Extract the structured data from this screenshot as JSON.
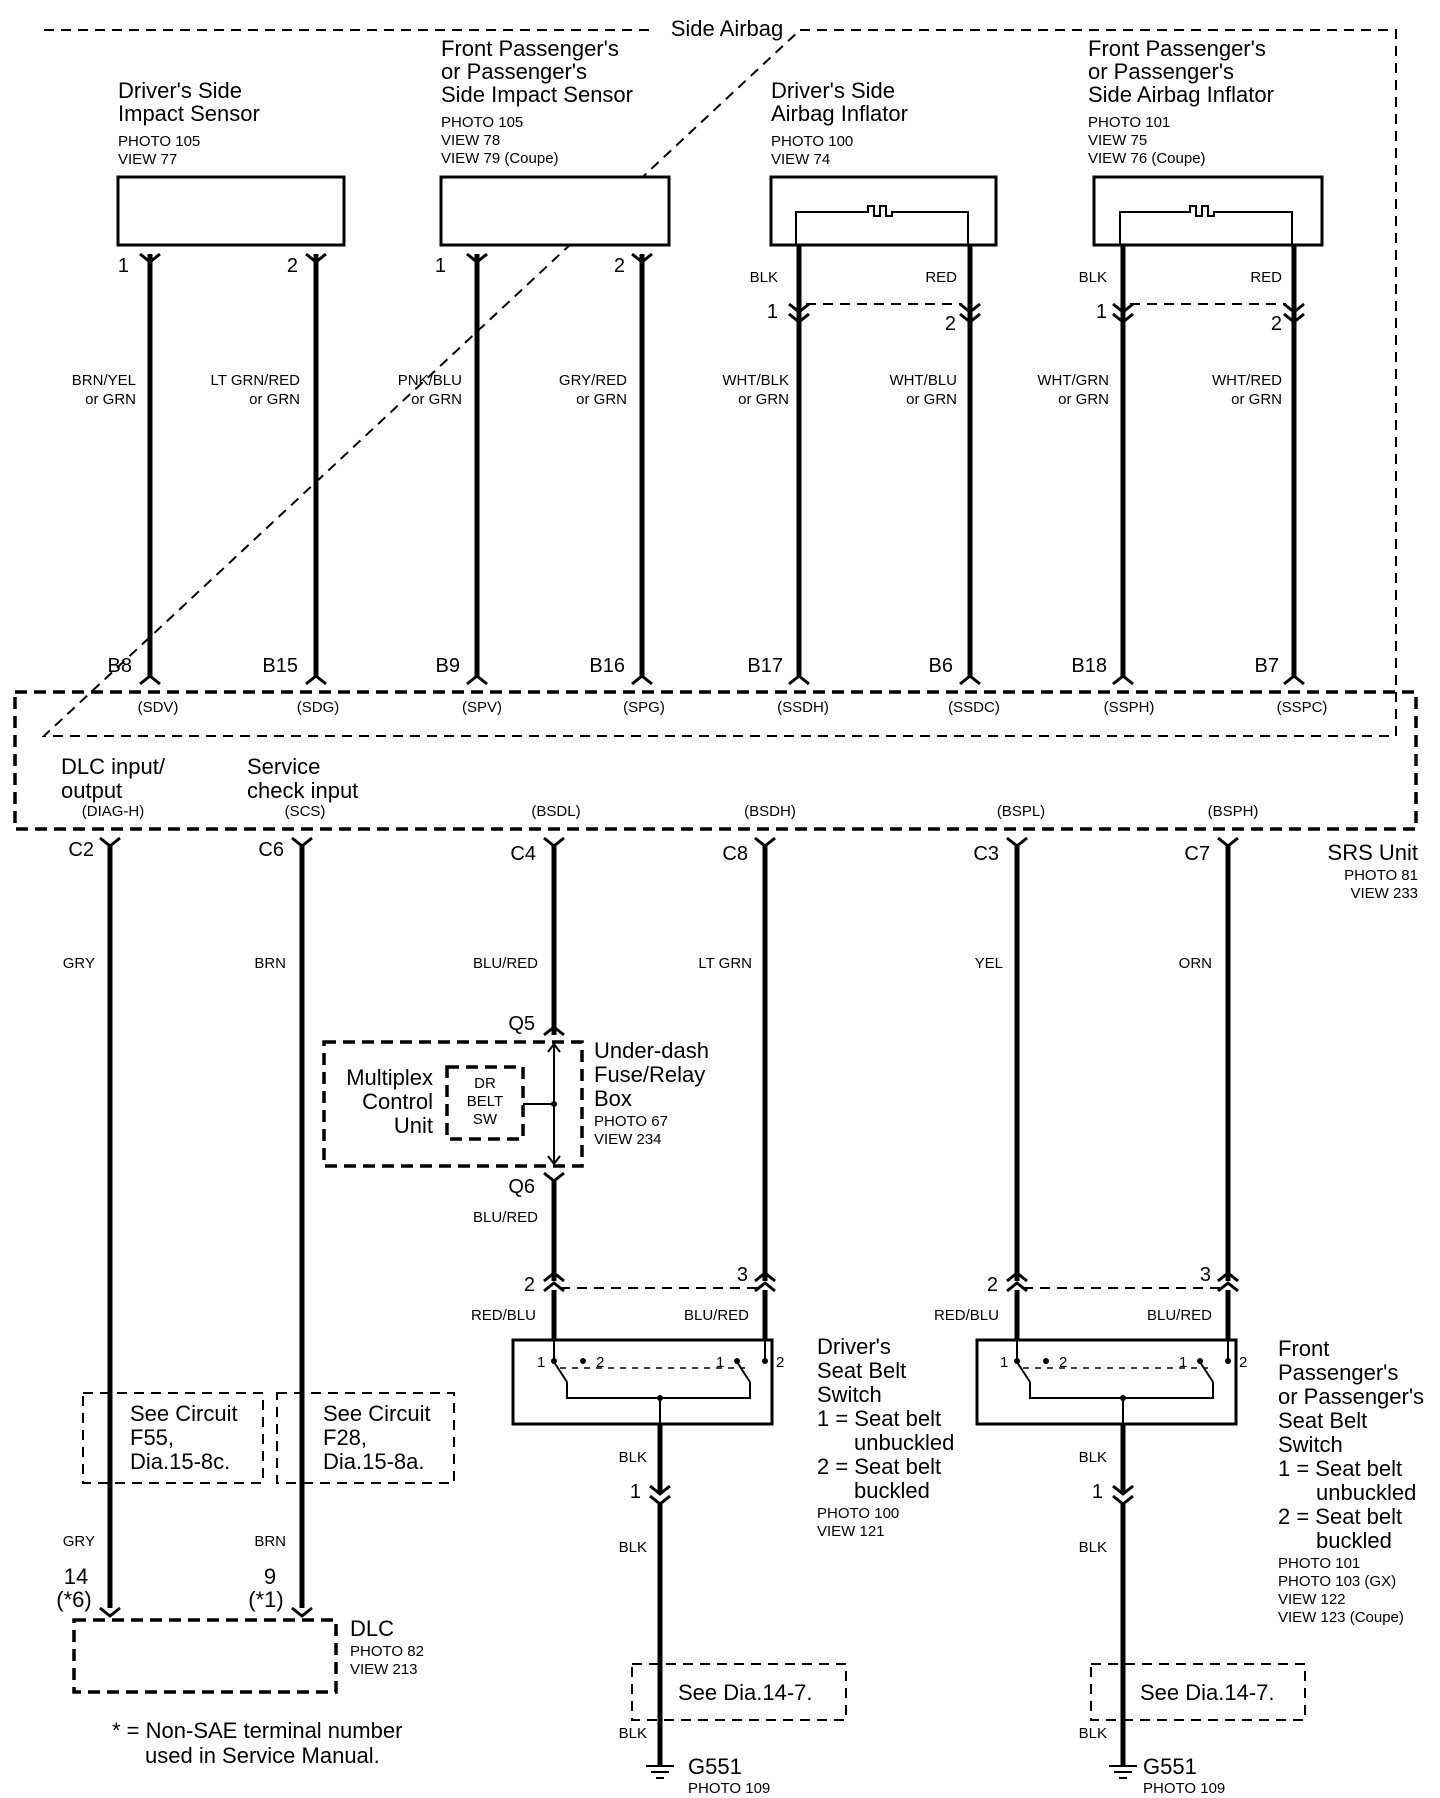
{
  "side_airbag_label": "Side Airbag",
  "components": {
    "drv_impact": {
      "title": [
        "Driver's Side",
        "Impact Sensor"
      ],
      "refs": [
        "PHOTO 105",
        "VIEW 77"
      ]
    },
    "pass_impact": {
      "title": [
        "Front Passenger's",
        "or Passenger's",
        "Side Impact Sensor"
      ],
      "refs": [
        "PHOTO 105",
        "VIEW 78",
        "VIEW 79 (Coupe)"
      ]
    },
    "drv_inflator": {
      "title": [
        "Driver's Side",
        "Airbag Inflator"
      ],
      "refs": [
        "PHOTO 100",
        "VIEW 74"
      ]
    },
    "pass_inflator": {
      "title": [
        "Front Passenger's",
        "or Passenger's",
        "Side Airbag Inflator"
      ],
      "refs": [
        "PHOTO 101",
        "VIEW 75",
        "VIEW 76 (Coupe)"
      ]
    }
  },
  "upper_wires": [
    {
      "pin": "1",
      "color": [
        "BRN/YEL",
        "or GRN"
      ],
      "terminal": "B8",
      "signal": "(SDV)"
    },
    {
      "pin": "2",
      "color": [
        "LT GRN/RED",
        "or GRN"
      ],
      "terminal": "B15",
      "signal": "(SDG)"
    },
    {
      "pin": "1",
      "color": [
        "PNK/BLU",
        "or GRN"
      ],
      "terminal": "B9",
      "signal": "(SPV)"
    },
    {
      "pin": "2",
      "color": [
        "GRY/RED",
        "or GRN"
      ],
      "terminal": "B16",
      "signal": "(SPG)"
    },
    {
      "pin": "1",
      "lead": "BLK",
      "color": [
        "WHT/BLK",
        "or GRN"
      ],
      "terminal": "B17",
      "signal": "(SSDH)"
    },
    {
      "pin": "2",
      "lead": "RED",
      "color": [
        "WHT/BLU",
        "or GRN"
      ],
      "terminal": "B6",
      "signal": "(SSDC)"
    },
    {
      "pin": "1",
      "lead": "BLK",
      "color": [
        "WHT/GRN",
        "or GRN"
      ],
      "terminal": "B18",
      "signal": "(SSPH)"
    },
    {
      "pin": "2",
      "lead": "RED",
      "color": [
        "WHT/RED",
        "or GRN"
      ],
      "terminal": "B7",
      "signal": "(SSPC)"
    }
  ],
  "srs_unit": {
    "title": "SRS Unit",
    "refs": [
      "PHOTO 81",
      "VIEW 233"
    ],
    "dlc_label": [
      "DLC input/",
      "output"
    ],
    "service_label": [
      "Service",
      "check input"
    ]
  },
  "lower_wires": [
    {
      "signal": "(DIAG-H)",
      "terminal": "C2",
      "color": "GRY"
    },
    {
      "signal": "(SCS)",
      "terminal": "C6",
      "color": "BRN"
    },
    {
      "signal": "(BSDL)",
      "terminal": "C4",
      "color": "BLU/RED"
    },
    {
      "signal": "(BSDH)",
      "terminal": "C8",
      "color": "LT GRN"
    },
    {
      "signal": "(BSPL)",
      "terminal": "C3",
      "color": "YEL"
    },
    {
      "signal": "(BSPH)",
      "terminal": "C7",
      "color": "ORN"
    }
  ],
  "underdash": {
    "title": [
      "Under-dash",
      "Fuse/Relay",
      "Box"
    ],
    "refs": [
      "PHOTO 67",
      "VIEW 234"
    ],
    "mcu": [
      "Multiplex",
      "Control",
      "Unit"
    ],
    "sw": [
      "DR",
      "BELT",
      "SW"
    ],
    "q_top": "Q5",
    "q_bot": "Q6",
    "below_color": "BLU/RED"
  },
  "see_circuits": [
    {
      "lines": [
        "See Circuit",
        "F55,",
        "Dia.15-8c."
      ]
    },
    {
      "lines": [
        "See Circuit",
        "F28,",
        "Dia.15-8a."
      ]
    }
  ],
  "dlc": {
    "title": "DLC",
    "refs": [
      "PHOTO 82",
      "VIEW 213"
    ],
    "pin_left": [
      "14",
      "(*6)"
    ],
    "pin_right": [
      "9",
      "(*1)"
    ],
    "wire_left": "GRY",
    "wire_right": "BRN"
  },
  "footnote": [
    "* = Non-SAE terminal number",
    "used in Service Manual."
  ],
  "drv_belt": {
    "pin_left": "2",
    "pin_right": "3",
    "left_color": "RED/BLU",
    "right_color": "BLU/RED",
    "title": [
      "Driver's",
      "Seat Belt",
      "Switch"
    ],
    "legend": [
      "1 = Seat belt",
      "unbuckled",
      "2 = Seat belt",
      "buckled"
    ],
    "refs": [
      "PHOTO 100",
      "VIEW 121"
    ],
    "sw_nums": [
      "1",
      "2",
      "1",
      "2"
    ],
    "ground_color": "BLK",
    "ground_pin": "1",
    "see_dia": "See Dia.14-7.",
    "ground": "G551",
    "ground_ref": "PHOTO 109"
  },
  "pass_belt": {
    "pin_left": "2",
    "pin_right": "3",
    "left_color": "RED/BLU",
    "right_color": "BLU/RED",
    "title": [
      "Front",
      "Passenger's",
      "or Passenger's",
      "Seat Belt",
      "Switch"
    ],
    "legend": [
      "1 = Seat belt",
      "unbuckled",
      "2 = Seat belt",
      "buckled"
    ],
    "refs": [
      "PHOTO 101",
      "PHOTO 103 (GX)",
      "VIEW 122",
      "VIEW 123 (Coupe)"
    ],
    "sw_nums": [
      "1",
      "2",
      "1",
      "2"
    ],
    "ground_color": "BLK",
    "ground_pin": "1",
    "see_dia": "See Dia.14-7.",
    "ground": "G551",
    "ground_ref": "PHOTO 109"
  }
}
